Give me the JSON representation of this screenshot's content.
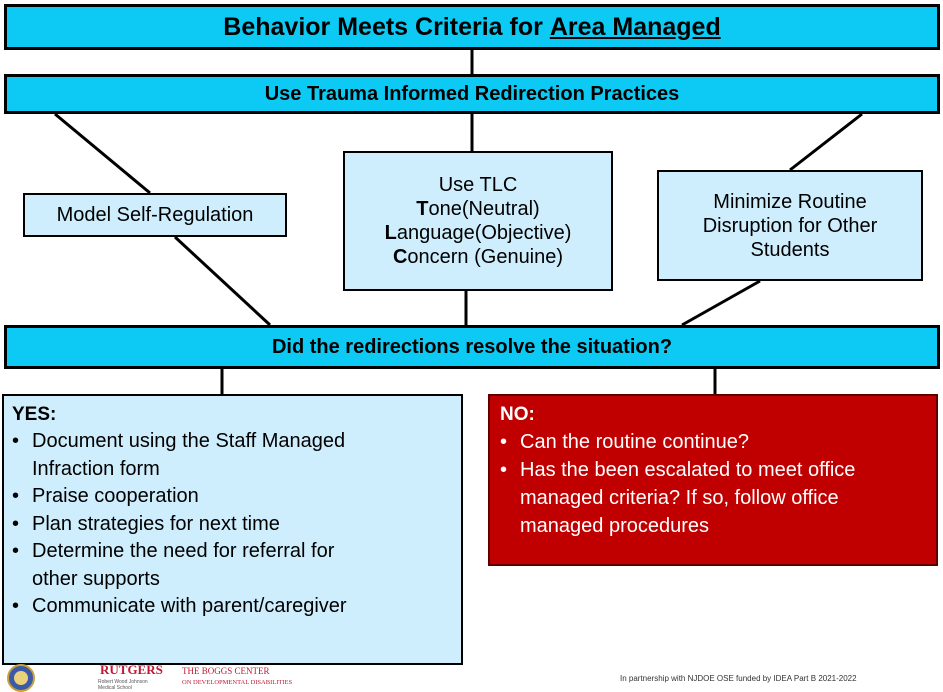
{
  "title": {
    "prefix": "Behavior Meets Criteria for",
    "underlined": "Area Managed"
  },
  "use_banner": "Use Trauma Informed Redirection Practices",
  "boxes": {
    "model": "Model Self-Regulation",
    "tlc": {
      "heading": "Use TLC",
      "lines": [
        {
          "initial": "T",
          "rest": "one(Neutral)"
        },
        {
          "initial": "L",
          "rest": "anguage(Objective)"
        },
        {
          "initial": "C",
          "rest": "oncern (Genuine)"
        }
      ]
    },
    "minimize": [
      "Minimize Routine",
      "Disruption for Other",
      "Students"
    ]
  },
  "question": "Did the redirections resolve the situation?",
  "yes": {
    "title": "YES:",
    "items": [
      [
        "Document using the Staff Managed",
        "Infraction form"
      ],
      [
        "Praise cooperation"
      ],
      [
        "Plan strategies for next time"
      ],
      [
        "Determine the need for referral for",
        "other supports"
      ],
      [
        "Communicate with parent/caregiver"
      ]
    ]
  },
  "no": {
    "title": "NO:",
    "items": [
      [
        "Can the routine continue?"
      ],
      [
        "Has the been escalated to meet office",
        "managed criteria? If so, follow office",
        "managed procedures"
      ]
    ]
  },
  "bullet": "•",
  "footer": {
    "logo1": "RUTGERS",
    "logo1_sub1": "Robert Wood Johnson",
    "logo1_sub2": "Medical School",
    "logo2_line1": "THE BOGGS CENTER",
    "logo2_line2": "ON DEVELOPMENTAL DISABILITIES",
    "credit": "In partnership with NJDOE OSE funded by IDEA Part B 2021-2022"
  },
  "colors": {
    "banner": "#0ccaf4",
    "box": "#cfeefd",
    "no_panel": "#c00000"
  }
}
